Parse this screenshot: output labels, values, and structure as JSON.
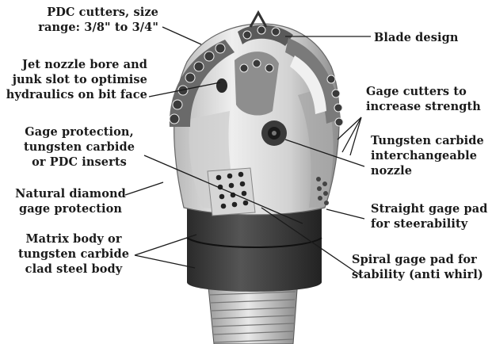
{
  "labels": {
    "pdc_cutters": "PDC cutters, size\nrange: 3/8\" to 3/4\"",
    "jet_nozzle": "Jet nozzle bore and\njunk slot to optimise\nhydraulics on bit face",
    "gage_protection": "Gage protection,\ntungsten carbide\nor PDC inserts",
    "natural_diamond": "Natural diamond\ngage protection",
    "matrix_body": "Matrix body or\ntungsten carbide\nclad steel body",
    "blade_design": "Blade design",
    "gage_cutters": "Gage cutters to\nincrease strength",
    "tungsten_nozzle": "Tungsten carbide\ninterchangeable\nnozzle",
    "straight_gage_pad": "Straight gage pad\nfor steerability",
    "spiral_gage_pad": "Spiral gage pad for\nstability (anti whirl)"
  },
  "colors": {
    "ink": "#1a1a1a",
    "body_light": "#e4e4e4",
    "body_shade": "#9a9a9a",
    "collar": "#3a3a3a"
  }
}
